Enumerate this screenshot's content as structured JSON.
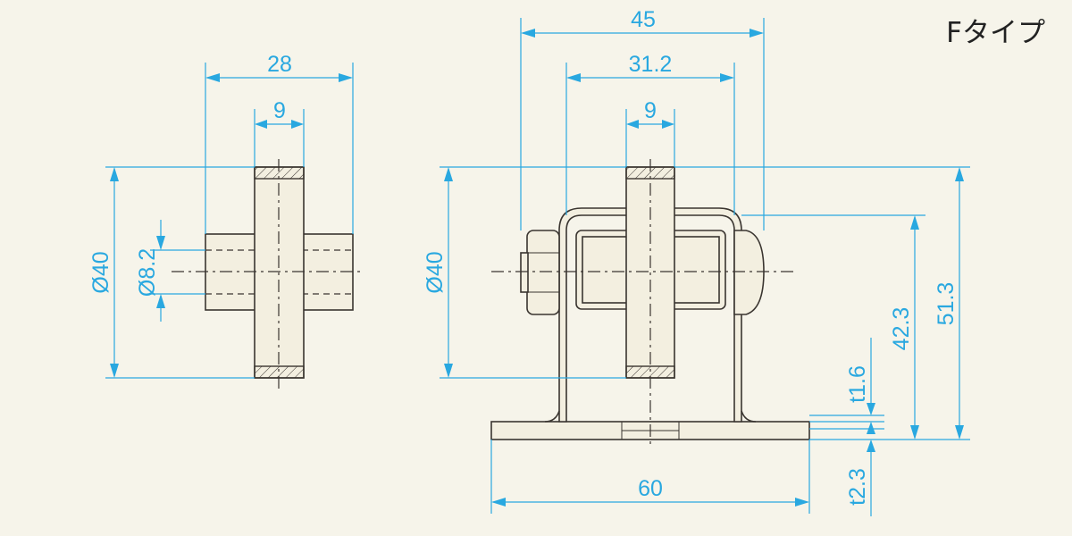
{
  "title": "Fタイプ",
  "dimensions": {
    "left_width": "28",
    "left_wheel_width": "9",
    "left_diameter": "Ø40",
    "left_bore": "Ø8.2",
    "right_overall_width": "45",
    "right_inner_width": "31.2",
    "right_wheel_width": "9",
    "right_diameter": "Ø40",
    "bracket_thickness": "t1.6",
    "axle_height": "42.3",
    "total_height": "51.3",
    "base_width": "60",
    "base_thickness": "t2.3"
  },
  "colors": {
    "dimension": "#29a8e0",
    "outline": "#3a3530",
    "background": "#f6f4ea"
  }
}
